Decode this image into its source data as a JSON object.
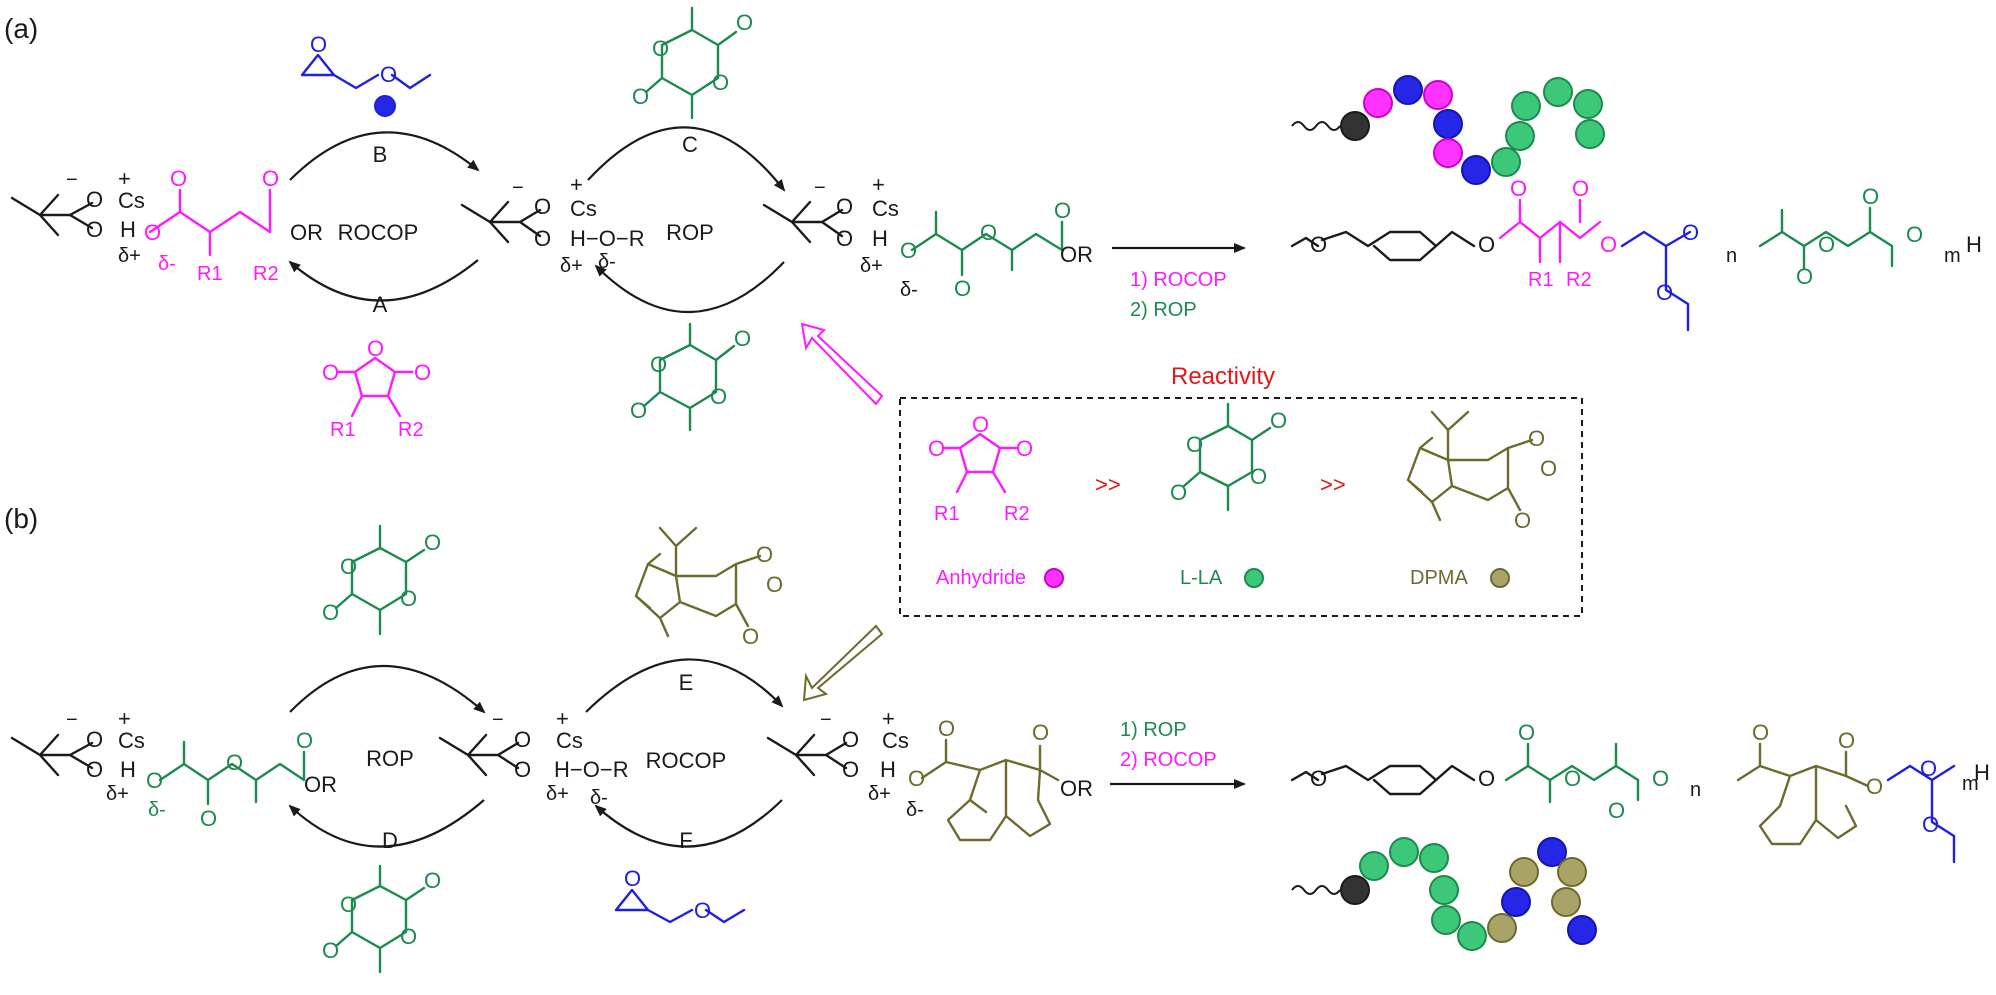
{
  "panels": {
    "a": "(a)",
    "b": "(b)"
  },
  "steps_a": {
    "B": "B",
    "C": "C",
    "A": "A",
    "rocop": "ROCOP",
    "rop": "ROP",
    "cond1": "1) ROCOP",
    "cond2": "2) ROP"
  },
  "steps_b": {
    "D": "D",
    "E": "E",
    "F": "F",
    "rop": "ROP",
    "rocop": "ROCOP",
    "cond1": "1) ROP",
    "cond2": "2) ROCOP"
  },
  "chem": {
    "O": "O",
    "OR": "OR",
    "H": "H",
    "Cs": "Cs",
    "plus": "+",
    "minus": "−",
    "dplus": "δ+",
    "dminus": "δ-",
    "HOR": "H−O−R",
    "R1": "R1",
    "R2": "R2",
    "n": "n",
    "m": "m"
  },
  "legend": {
    "title": "Reactivity",
    "gt1": ">>",
    "gt2": ">>",
    "items": [
      {
        "label": "Anhydride",
        "color": "#ff19ff"
      },
      {
        "label": "L-LA",
        "color": "#1d8a4e"
      },
      {
        "label": "DPMA",
        "color": "#6e6a2e"
      }
    ]
  },
  "colors": {
    "black": "#1a1a1a",
    "green": "#1d8a4e",
    "magenta": "#ff19ff",
    "blue": "#1f1fe0",
    "olive": "#6e6a2e",
    "red": "#e01818",
    "bead_green": "#3cc878",
    "bead_magenta": "#ff33ff",
    "bead_blue": "#2626e6",
    "bead_olive": "#a8a468",
    "bead_black": "#333333"
  }
}
